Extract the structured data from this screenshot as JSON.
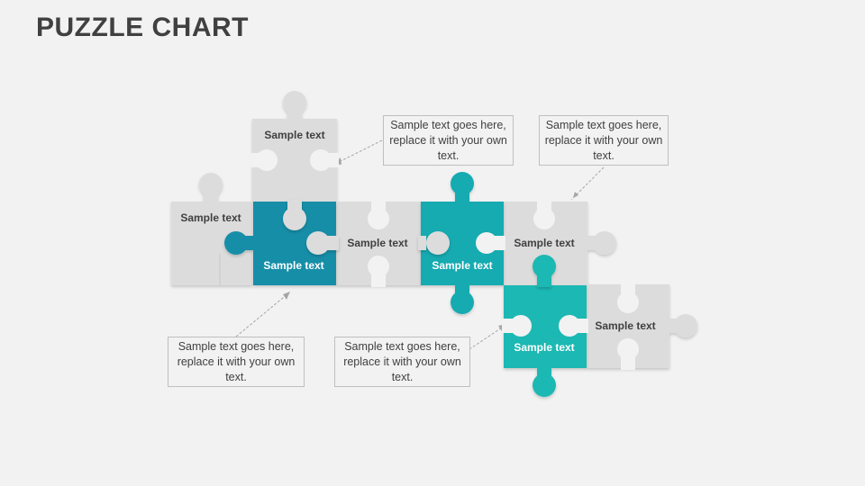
{
  "title": "PUZZLE CHART",
  "colors": {
    "background": "#f2f2f2",
    "grey_piece": "#dcdcdc",
    "dark_teal": "#148ea8",
    "teal": "#19aab1",
    "callout_border": "#bfbfbf",
    "text_dark": "#404040"
  },
  "pieces": {
    "top": "Sample text",
    "left": "Sample text",
    "blue": "Sample text",
    "mid": "Sample text",
    "teal_mid": "Sample text",
    "right": "Sample text",
    "teal_low": "Sample text",
    "low_right": "Sample text"
  },
  "callouts": {
    "top_center": "Sample text goes here, replace it with your own text.",
    "top_right": "Sample text goes here, replace it with your own text.",
    "bottom_left": "Sample text goes here, replace it with your own text.",
    "bottom_center": "Sample text goes here, replace it with your own text."
  }
}
